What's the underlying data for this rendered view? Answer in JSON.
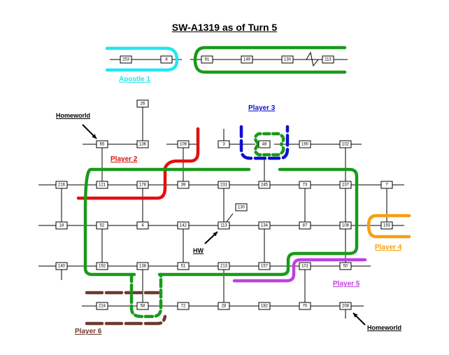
{
  "title": "SW-A1319 as of Turn 5",
  "labels": {
    "apostle": "Apostle 1",
    "player2": "Player  2",
    "player3": "Player 3",
    "player4": "Player 4",
    "player5": "Player 5",
    "player6": "Player 6",
    "homeworld_top": "Homeworld",
    "homeworld_bottom": "Homeworld",
    "hw": "HW"
  },
  "colors": {
    "apostle": "#22e6f0",
    "player2": "#e01010",
    "player3": "#1010d0",
    "player4": "#f5a010",
    "player5": "#c040e0",
    "player6": "#6b3a30",
    "green": "#1a9a1a"
  },
  "nodes": [
    "253",
    "8",
    "91",
    "149",
    "130",
    "113",
    "26",
    "65",
    "136",
    "109",
    "3",
    "48",
    "190",
    "102",
    "216",
    "121",
    "178",
    "39",
    "231",
    "245",
    "73",
    "237",
    "7",
    "130",
    "18",
    "52",
    "4",
    "142",
    "113",
    "134",
    "87",
    "108",
    "193",
    "140",
    "192",
    "138",
    "51",
    "213",
    "157",
    "101",
    "50",
    "224",
    "58",
    "72",
    "28",
    "182",
    "70",
    "208"
  ]
}
